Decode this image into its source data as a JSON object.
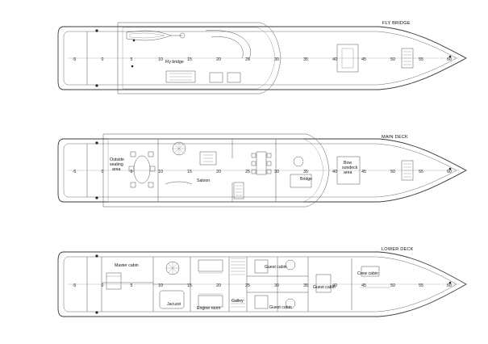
{
  "decks": [
    {
      "id": "fly",
      "title": "FLY BRIDGE",
      "rooms": [
        {
          "key": "fly-bridge",
          "label": "Fly bridge"
        }
      ]
    },
    {
      "id": "main",
      "title": "MAIN DECK",
      "rooms": [
        {
          "key": "outside-seating",
          "lines": [
            "Outside",
            "seating",
            "area"
          ]
        },
        {
          "key": "saloon",
          "label": "Saloon"
        },
        {
          "key": "bridge",
          "label": "Bridge"
        },
        {
          "key": "bow-sundeck",
          "lines": [
            "Bow",
            "sundeck",
            "area"
          ]
        }
      ]
    },
    {
      "id": "lower",
      "title": "LOWER DECK",
      "rooms": [
        {
          "key": "master-cabin",
          "label": "Master cabin"
        },
        {
          "key": "jacuzzi",
          "label": "Jacuzzi"
        },
        {
          "key": "engine-room",
          "label": "Engine room"
        },
        {
          "key": "galley",
          "label": "Galley"
        },
        {
          "key": "guest-cabin-1",
          "label": "Guest cabin"
        },
        {
          "key": "guest-cabin-2",
          "label": "Guest cabin"
        },
        {
          "key": "guest-cabin-3",
          "label": "Guest cabin"
        },
        {
          "key": "crew-cabin",
          "label": "Crew cabin"
        }
      ]
    }
  ],
  "frame_numbers": [
    "-5",
    "0",
    "5",
    "10",
    "15",
    "20",
    "25",
    "30",
    "35",
    "40",
    "45",
    "50",
    "55",
    "60"
  ]
}
